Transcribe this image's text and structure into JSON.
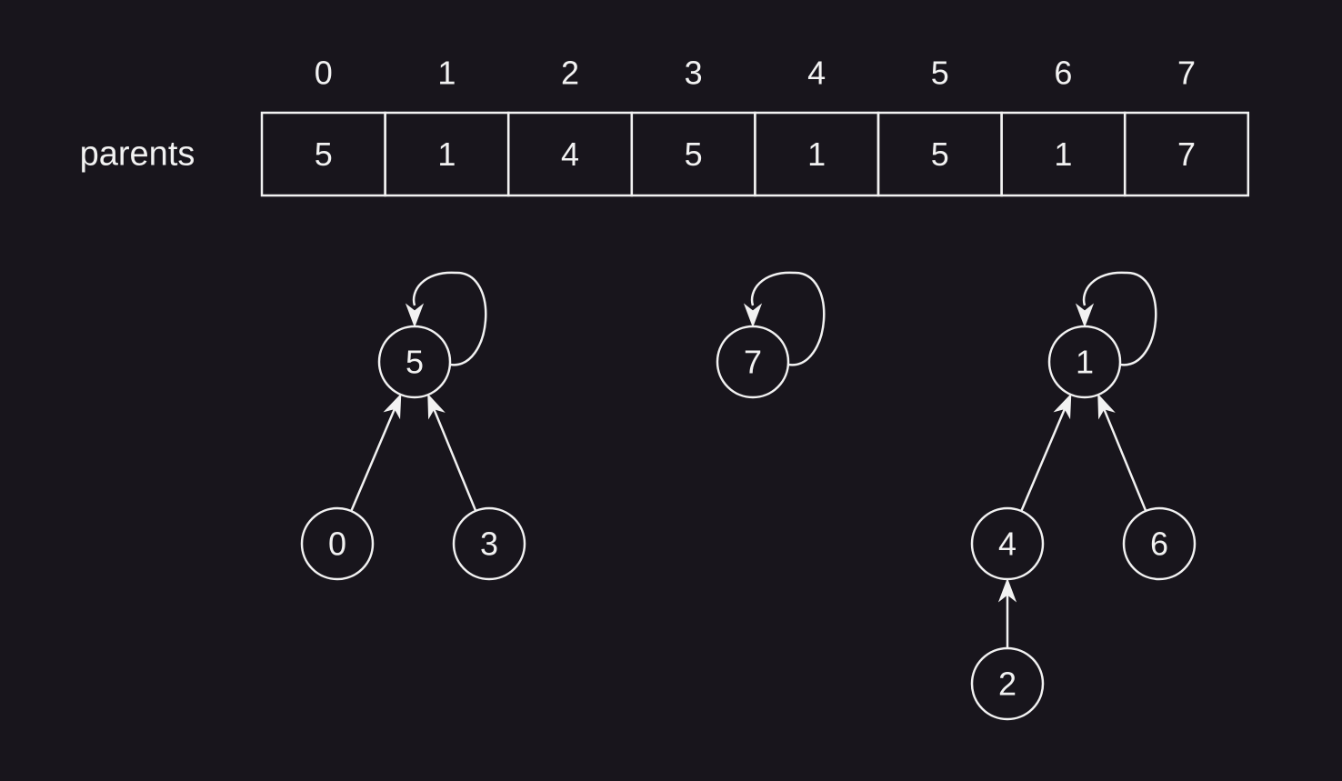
{
  "array": {
    "label": "parents",
    "indices": [
      "0",
      "1",
      "2",
      "3",
      "4",
      "5",
      "6",
      "7"
    ],
    "values": [
      "5",
      "1",
      "4",
      "5",
      "1",
      "5",
      "1",
      "7"
    ]
  },
  "graph": {
    "nodes": [
      {
        "id": "5",
        "label": "5"
      },
      {
        "id": "0",
        "label": "0"
      },
      {
        "id": "3",
        "label": "3"
      },
      {
        "id": "7",
        "label": "7"
      },
      {
        "id": "1",
        "label": "1"
      },
      {
        "id": "4",
        "label": "4"
      },
      {
        "id": "6",
        "label": "6"
      },
      {
        "id": "2",
        "label": "2"
      }
    ],
    "edges": [
      {
        "from": "0",
        "to": "5"
      },
      {
        "from": "3",
        "to": "5"
      },
      {
        "from": "5",
        "to": "5"
      },
      {
        "from": "7",
        "to": "7"
      },
      {
        "from": "4",
        "to": "1"
      },
      {
        "from": "6",
        "to": "1"
      },
      {
        "from": "2",
        "to": "4"
      },
      {
        "from": "1",
        "to": "1"
      }
    ]
  },
  "colors": {
    "background": "#18151c",
    "foreground": "#f2f2f2"
  }
}
